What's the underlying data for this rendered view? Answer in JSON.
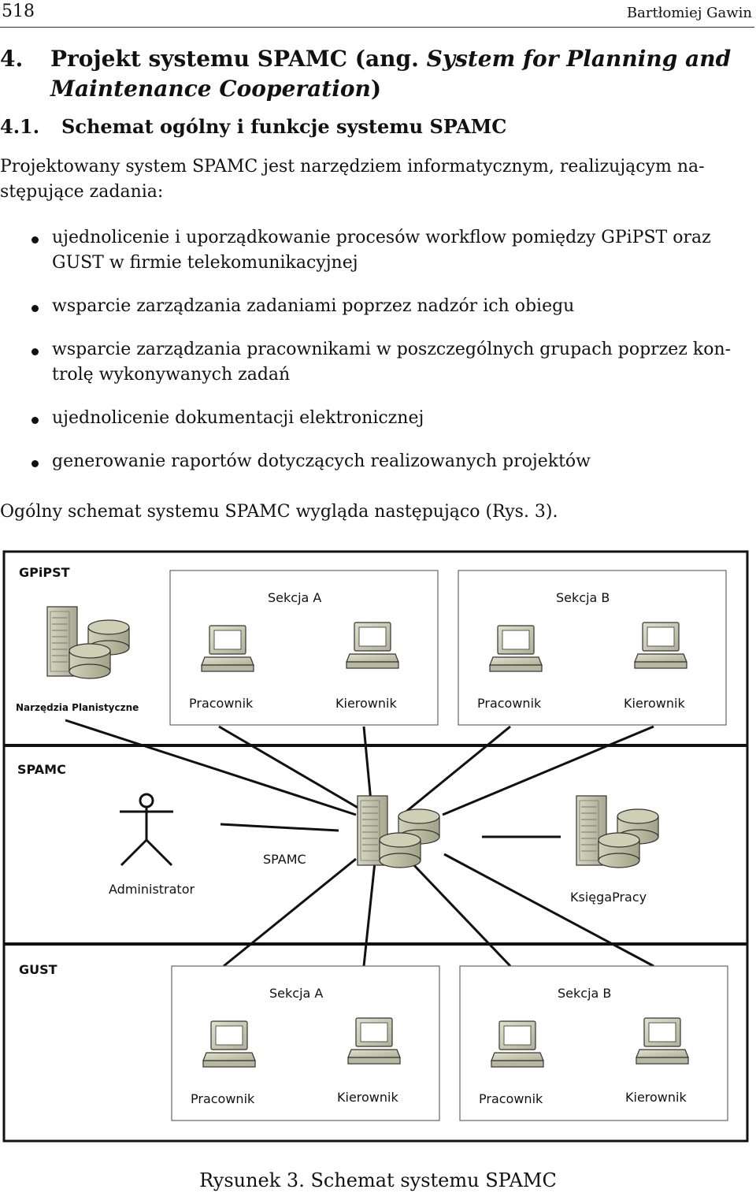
{
  "header": {
    "page_number": "518",
    "author": "Bartłomiej Gawin"
  },
  "section": {
    "number": "4.",
    "title_line1_plain": "Projekt systemu SPAMC (ang. ",
    "title_line1_italic": "System for Planning and",
    "title_line2_italic": "Maintenance Cooperation",
    "title_line2_plain": ")"
  },
  "subsection": {
    "number": "4.1.",
    "title": "Schemat ogólny i funkcje systemu SPAMC"
  },
  "intro": {
    "line1": "Projektowany system SPAMC jest narzędziem informatycznym, realizującym na-",
    "line2": "stępujące zadania:"
  },
  "bullets": [
    {
      "line1": "ujednolicenie i uporządkowanie procesów workflow pomiędzy GPiPST oraz",
      "line2": "GUST w firmie telekomunikacyjnej"
    },
    {
      "line1": "wsparcie zarządzania zadaniami poprzez nadzór ich obiegu",
      "line2": ""
    },
    {
      "line1": "wsparcie zarządzania pracownikami w poszczególnych grupach poprzez kon-",
      "line2": "trolę wykonywanych zadań"
    },
    {
      "line1": "ujednolicenie dokumentacji elektronicznej",
      "line2": ""
    },
    {
      "line1": "generowanie raportów dotyczących realizowanych projektów",
      "line2": ""
    }
  ],
  "outro": "Ogólny schemat systemu SPAMC wygląda następująco (Rys. 3).",
  "diagram": {
    "gpipst": {
      "label": "GPiPST",
      "tools_label": "Narzędzia Planistyczne",
      "section_a": {
        "title": "Sekcja A",
        "worker": "Pracownik",
        "manager": "Kierownik"
      },
      "section_b": {
        "title": "Sekcja B",
        "worker": "Pracownik",
        "manager": "Kierownik"
      }
    },
    "spamc": {
      "label": "SPAMC",
      "admin_label": "Administrator",
      "server_label": "SPAMC",
      "db_label": "KsięgaPracy"
    },
    "gust": {
      "label": "GUST",
      "section_a": {
        "title": "Sekcja A",
        "worker": "Pracownik",
        "manager": "Kierownik"
      },
      "section_b": {
        "title": "Sekcja B",
        "worker": "Pracownik",
        "manager": "Kierownik"
      }
    }
  },
  "caption": "Rysunek 3. Schemat systemu SPAMC"
}
